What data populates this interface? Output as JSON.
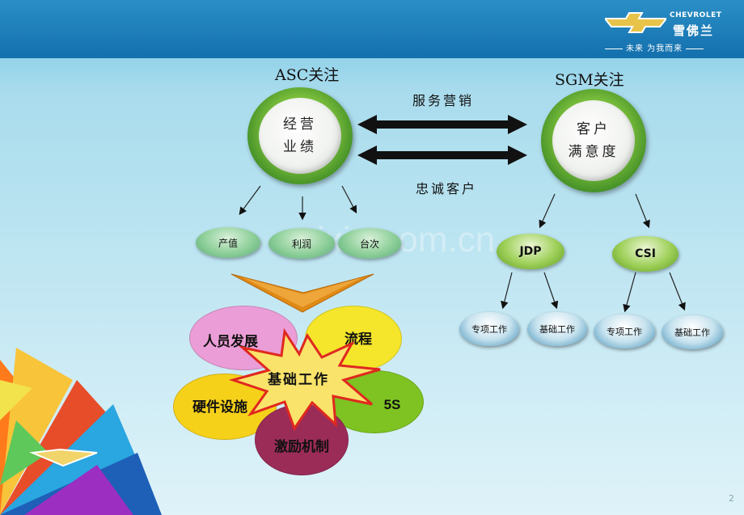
{
  "brand": {
    "name_en": "CHEVROLET",
    "name_cn": "雪佛兰",
    "slogan": "未来 为我而来"
  },
  "left": {
    "heading": "ASC关注",
    "circle_line1": "经营",
    "circle_line2": "业绩",
    "items": [
      "产值",
      "利润",
      "台次"
    ]
  },
  "right": {
    "heading": "SGM关注",
    "circle_line1": "客户",
    "circle_line2": "满意度",
    "groups": [
      {
        "label": "JDP",
        "children": [
          "专项工作",
          "基础工作"
        ]
      },
      {
        "label": "CSI",
        "children": [
          "专项工作",
          "基础工作"
        ]
      }
    ]
  },
  "arrows": {
    "top_label": "服务营销",
    "bottom_label": "忠诚客户"
  },
  "flower": {
    "center": "基础工作",
    "petals": [
      "人员发展",
      "流程",
      "硬件设施",
      "5S",
      "激励机制"
    ]
  },
  "watermark": "zixin.com.cn",
  "page_number": "2",
  "colors": {
    "header": "#1a7bb8",
    "circle_ring": "#5aa832",
    "petal_pink": "#e99ad2",
    "petal_yellow": "#f4e52a",
    "petal_green": "#7ec321",
    "petal_maroon": "#9b2c58",
    "star": "#f9e36a"
  }
}
